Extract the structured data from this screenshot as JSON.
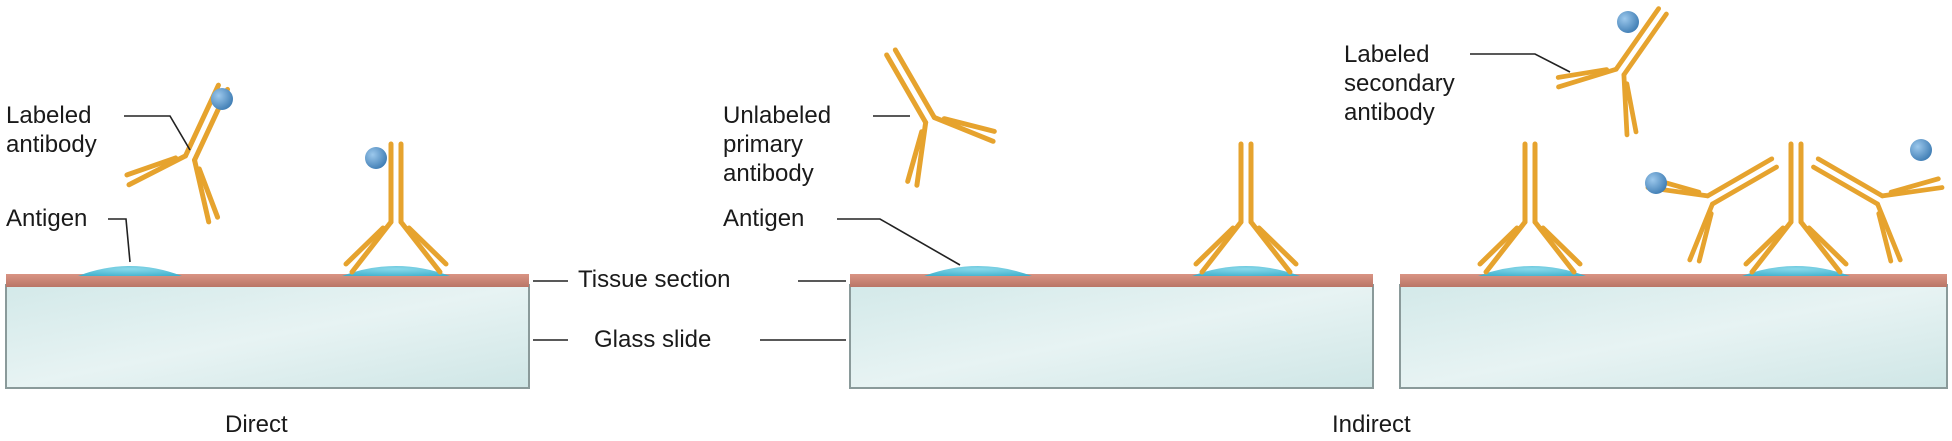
{
  "labels": {
    "labeled_antibody": "Labeled\nantibody",
    "antigen_direct": "Antigen",
    "tissue_section": "Tissue section",
    "glass_slide": "Glass slide",
    "unlabeled_primary": "Unlabeled\nprimary\nantibody",
    "antigen_indirect": "Antigen",
    "labeled_secondary": "Labeled\nsecondary\nantibody"
  },
  "captions": {
    "direct": "Direct",
    "indirect": "Indirect"
  },
  "colors": {
    "antibody": "#e6a32e",
    "antibody_edge": "#b97a12",
    "label_dot": "#5c97c9",
    "antigen": "#5fc4dc",
    "tissue": "#cf8a7a",
    "glass_top": "#d9ecec",
    "glass_bottom": "#eef6f6",
    "glass_edge": "#8a9a9a",
    "leader": "#222222"
  }
}
